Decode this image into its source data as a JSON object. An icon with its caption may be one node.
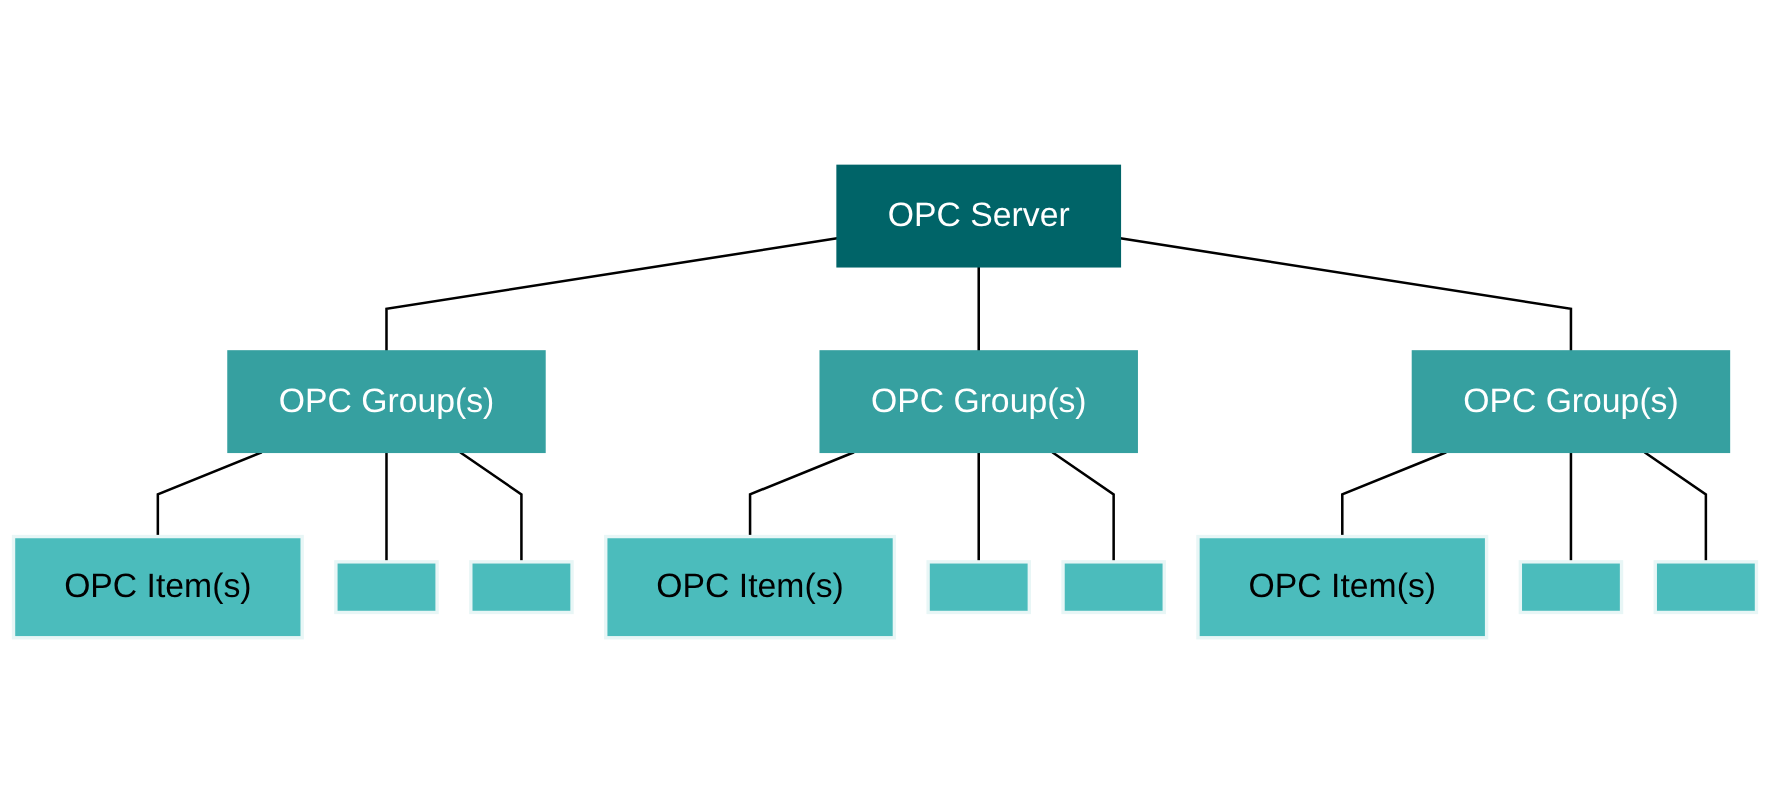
{
  "diagram": {
    "nodes": [
      {
        "text": [
          "OPC Server"
        ]
      },
      {
        "text": [
          "OPC Group(s)"
        ]
      },
      {
        "text": [
          "OPC Group(s)"
        ]
      },
      {
        "text": [
          "OPC Group(s)"
        ]
      },
      {
        "text": [
          "OPC Item(s)"
        ]
      },
      {
        "text": [],
        "shape": "box"
      },
      {
        "text": [],
        "shape": "box"
      },
      {
        "text": [
          "OPC Item(s)"
        ]
      },
      {
        "text": [],
        "shape": "box"
      },
      {
        "text": [],
        "shape": "box"
      },
      {
        "text": [
          "OPC Item(s)"
        ]
      },
      {
        "text": [],
        "shape": "box"
      },
      {
        "text": [],
        "shape": "box"
      }
    ],
    "edges": [
      {
        "from": 0,
        "to": 1,
        "arrow": "none"
      },
      {
        "from": 0,
        "to": 2,
        "arrow": "none"
      },
      {
        "from": 0,
        "to": 3,
        "arrow": "none"
      },
      {
        "from": 1,
        "to": 4,
        "arrow": "none"
      },
      {
        "from": 1,
        "to": 5,
        "arrow": "none"
      },
      {
        "from": 1,
        "to": 6,
        "arrow": "none"
      },
      {
        "from": 2,
        "to": 7,
        "arrow": "none"
      },
      {
        "from": 2,
        "to": 8,
        "arrow": "none"
      },
      {
        "from": 2,
        "to": 9,
        "arrow": "none"
      },
      {
        "from": 3,
        "to": 10,
        "arrow": "none"
      },
      {
        "from": 3,
        "to": 11,
        "arrow": "none"
      },
      {
        "from": 3,
        "to": 12,
        "arrow": "none"
      }
    ]
  }
}
